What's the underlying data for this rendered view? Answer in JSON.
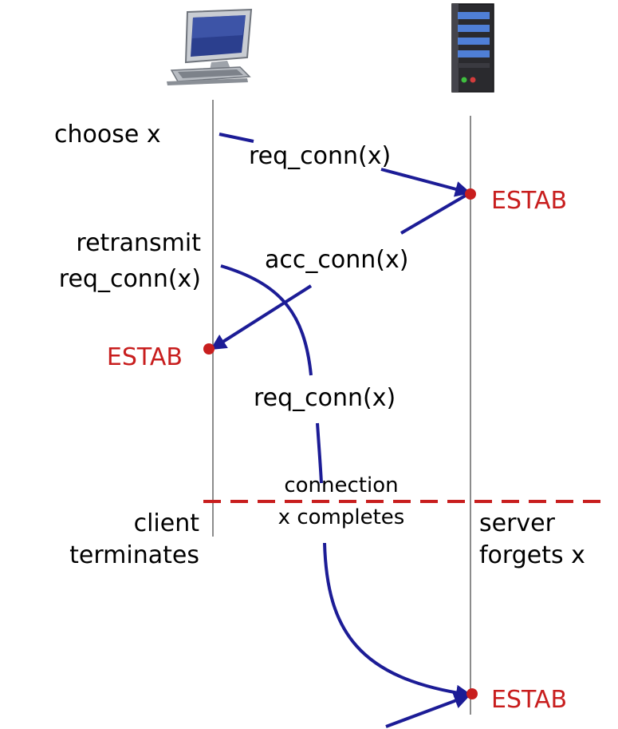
{
  "colors": {
    "arrow": "#1c1c96",
    "estab": "#c81e1e",
    "timeline": "#8c8c8c",
    "divider": "#c81e1e"
  },
  "icons": {
    "client": "desktop-computer-icon",
    "server": "server-tower-icon"
  },
  "client": {
    "choose": "choose x",
    "retransmit_line1": "retransmit",
    "retransmit_line2": "req_conn(x)",
    "estab": "ESTAB",
    "terminates_line1": "client",
    "terminates_line2": "terminates"
  },
  "server": {
    "estab_top": "ESTAB",
    "forgets_line1": "server",
    "forgets_line2": "forgets x",
    "estab_bottom": "ESTAB"
  },
  "messages": {
    "req1": "req_conn(x)",
    "acc": "acc_conn(x)",
    "req2": "req_conn(x)"
  },
  "middle": {
    "line1": "connection",
    "line2": "x completes"
  }
}
